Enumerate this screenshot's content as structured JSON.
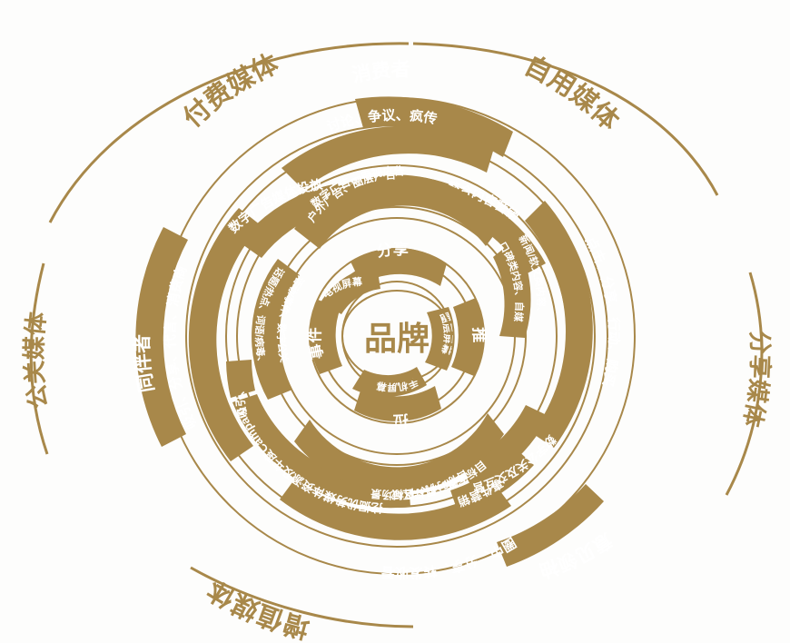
{
  "diagram": {
    "title_center": "品牌",
    "accent_color": "#a8884a",
    "background_color": "#fdfdfc",
    "text_on_segment_color": "#ffffff"
  },
  "outer_labels": [
    {
      "id": "paid-media",
      "text": "付费媒体",
      "position": "top-left"
    },
    {
      "id": "owned-media",
      "text": "自用媒体",
      "position": "top-right"
    },
    {
      "id": "pr-media",
      "text": "公关媒体",
      "position": "left"
    },
    {
      "id": "share-media",
      "text": "分享媒体",
      "position": "right"
    },
    {
      "id": "value-add-media",
      "text": "增值媒体",
      "position": "bottom-left"
    }
  ],
  "ring5_actors": [
    {
      "id": "consumer",
      "text": "消费者",
      "position": "top"
    },
    {
      "id": "companion",
      "text": "同伴者",
      "position": "left"
    },
    {
      "id": "opinion-leader",
      "text": "意见领袖",
      "position": "bottom-right"
    }
  ],
  "ring4": [
    {
      "id": "discuss",
      "text": "讨论、争议、疯传",
      "position": "top"
    },
    {
      "id": "click",
      "text": "点击、分享、行动、购买",
      "position": "right"
    },
    {
      "id": "circle",
      "text": "圈中、分享、转发收看",
      "position": "bottom"
    },
    {
      "id": "attract",
      "text": "吸引、分享、代言、消费商",
      "position": "left"
    }
  ],
  "ring3": [
    {
      "id": "digital-ad-placement",
      "text": "数字广告媒体投放",
      "position": "top-left"
    },
    {
      "id": "integrated-content",
      "text": "整合内容营销",
      "position": "top-right"
    },
    {
      "id": "digital-pr",
      "text": "数字公关及交互营销",
      "position": "bottom-right"
    },
    {
      "id": "event-marketing",
      "text": "事件营销",
      "position": "bottom-right-outer"
    },
    {
      "id": "campaign",
      "text": "挖掘优势媒体资源及年度Campaign",
      "position": "bottom-left"
    },
    {
      "id": "guide",
      "text": "吸引、引导",
      "position": "left"
    }
  ],
  "ring2": [
    {
      "id": "ads",
      "line1": "数字广告、电视广告",
      "line2": "户外广告、圈层广告",
      "position": "top"
    },
    {
      "id": "content",
      "line1": "新闻/软文类内容、",
      "line2": "口碑类内容、自媒体内容",
      "position": "top-right"
    },
    {
      "id": "targets",
      "line1": "目标客群、目标区域",
      "line2": "目标时机、目标场景",
      "position": "bottom"
    },
    {
      "id": "topics",
      "line1": "话题/热点、词语/病毒、",
      "line2": "活动/事件、数字公关",
      "position": "left"
    }
  ],
  "ring1": [
    {
      "id": "share",
      "text": "分享",
      "position": "top"
    },
    {
      "id": "push",
      "text": "推",
      "position": "right"
    },
    {
      "id": "pull",
      "text": "拉",
      "position": "bottom"
    },
    {
      "id": "event",
      "text": "事件",
      "position": "left"
    }
  ],
  "ring0_screens": [
    {
      "id": "tv-screen",
      "text": "电视屏幕",
      "position": "top-left"
    },
    {
      "id": "circle-screen",
      "text": "圈层屏幕",
      "position": "right"
    },
    {
      "id": "phone-screen",
      "text": "手机屏幕",
      "position": "bottom"
    }
  ]
}
